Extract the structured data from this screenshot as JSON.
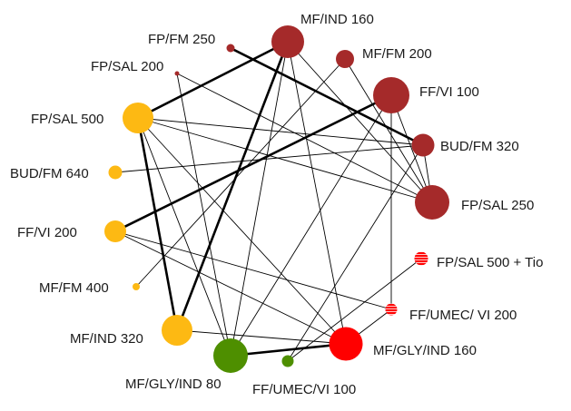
{
  "colors": {
    "dark_red": "#a52a2a",
    "orange": "#fdb913",
    "green": "#4e8f00",
    "red": "#ff0000",
    "edge": "#000000"
  },
  "nodes": [
    {
      "id": "MF/IND 160",
      "label": "MF/IND 160",
      "color": "dark_red",
      "style": "solid"
    },
    {
      "id": "MF/FM 200",
      "label": "MF/FM 200",
      "color": "dark_red",
      "style": "solid"
    },
    {
      "id": "FF/VI 100",
      "label": "FF/VI 100",
      "color": "dark_red",
      "style": "solid"
    },
    {
      "id": "BUD/FM 320",
      "label": "BUD/FM 320",
      "color": "dark_red",
      "style": "solid"
    },
    {
      "id": "FP/SAL 250",
      "label": "FP/SAL 250",
      "color": "dark_red",
      "style": "solid"
    },
    {
      "id": "FP/SAL 500 + Tio",
      "label": "FP/SAL 500 + Tio",
      "color": "red",
      "style": "hatched"
    },
    {
      "id": "FF/UMEC/ VI 200",
      "label": "FF/UMEC/ VI 200",
      "color": "red",
      "style": "hatched"
    },
    {
      "id": "MF/GLY/IND 160",
      "label": "MF/GLY/IND 160",
      "color": "red",
      "style": "solid"
    },
    {
      "id": "FF/UMEC/VI 100",
      "label": "FF/UMEC/VI 100",
      "color": "green",
      "style": "solid"
    },
    {
      "id": "MF/GLY/IND 80",
      "label": "MF/GLY/IND 80",
      "color": "green",
      "style": "solid"
    },
    {
      "id": "MF/IND 320",
      "label": "MF/IND 320",
      "color": "orange",
      "style": "solid"
    },
    {
      "id": "MF/FM 400",
      "label": "MF/FM 400",
      "color": "orange",
      "style": "solid"
    },
    {
      "id": "FF/VI 200",
      "label": "FF/VI 200",
      "color": "orange",
      "style": "solid"
    },
    {
      "id": "BUD/FM 640",
      "label": "BUD/FM 640",
      "color": "orange",
      "style": "solid"
    },
    {
      "id": "FP/SAL 500",
      "label": "FP/SAL 500",
      "color": "orange",
      "style": "solid"
    },
    {
      "id": "FP/SAL 200",
      "label": "FP/SAL 200",
      "color": "dark_red",
      "style": "solid"
    },
    {
      "id": "FP/FM 250",
      "label": "FP/FM 250",
      "color": "dark_red",
      "style": "solid"
    }
  ],
  "edges": [
    {
      "source": "FP/FM 250",
      "target": "BUD/FM 320",
      "weight": "thick"
    },
    {
      "source": "FP/SAL 500",
      "target": "MF/IND 160",
      "weight": "thick"
    },
    {
      "source": "FF/VI 200",
      "target": "FF/VI 100",
      "weight": "thick"
    },
    {
      "source": "FP/SAL 500",
      "target": "MF/IND 320",
      "weight": "thick"
    },
    {
      "source": "MF/IND 320",
      "target": "MF/IND 160",
      "weight": "thick"
    },
    {
      "source": "MF/GLY/IND 80",
      "target": "MF/GLY/IND 160",
      "weight": "thick"
    },
    {
      "source": "FP/SAL 200",
      "target": "FP/SAL 250",
      "weight": "thin"
    },
    {
      "source": "FP/SAL 200",
      "target": "MF/GLY/IND 80",
      "weight": "thin"
    },
    {
      "source": "FP/SAL 500",
      "target": "BUD/FM 320",
      "weight": "thin"
    },
    {
      "source": "FP/SAL 500",
      "target": "FP/SAL 250",
      "weight": "thin"
    },
    {
      "source": "FP/SAL 500",
      "target": "MF/GLY/IND 80",
      "weight": "thin"
    },
    {
      "source": "FP/SAL 500",
      "target": "MF/GLY/IND 160",
      "weight": "thin"
    },
    {
      "source": "BUD/FM 640",
      "target": "BUD/FM 320",
      "weight": "thin"
    },
    {
      "source": "FF/VI 200",
      "target": "FF/UMEC/ VI 200",
      "weight": "thin"
    },
    {
      "source": "FF/VI 200",
      "target": "MF/GLY/IND 160",
      "weight": "thin"
    },
    {
      "source": "MF/FM 400",
      "target": "MF/FM 200",
      "weight": "thin"
    },
    {
      "source": "MF/IND 320",
      "target": "MF/GLY/IND 160",
      "weight": "thin"
    },
    {
      "source": "MF/GLY/IND 80",
      "target": "MF/IND 160",
      "weight": "thin"
    },
    {
      "source": "MF/GLY/IND 80",
      "target": "FF/VI 100",
      "weight": "thin"
    },
    {
      "source": "MF/GLY/IND 160",
      "target": "MF/IND 160",
      "weight": "thin"
    },
    {
      "source": "MF/GLY/IND 160",
      "target": "FF/UMEC/ VI 200",
      "weight": "thin"
    },
    {
      "source": "FF/UMEC/VI 100",
      "target": "FP/SAL 500 + Tio",
      "weight": "thin"
    },
    {
      "source": "FF/UMEC/VI 100",
      "target": "BUD/FM 320",
      "weight": "thin"
    },
    {
      "source": "MF/IND 160",
      "target": "FP/SAL 250",
      "weight": "thin"
    },
    {
      "source": "MF/FM 200",
      "target": "FP/SAL 250",
      "weight": "thin"
    },
    {
      "source": "FF/VI 100",
      "target": "FF/UMEC/ VI 200",
      "weight": "thin"
    },
    {
      "source": "FF/VI 100",
      "target": "FP/SAL 250",
      "weight": "thin"
    },
    {
      "source": "BUD/FM 320",
      "target": "FP/SAL 250",
      "weight": "thin"
    }
  ]
}
